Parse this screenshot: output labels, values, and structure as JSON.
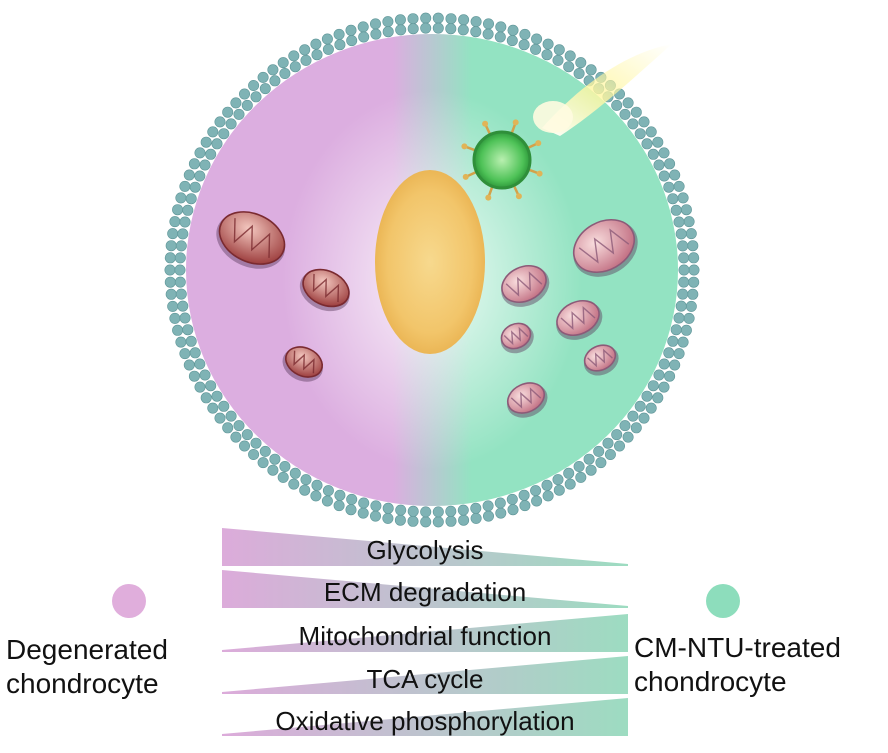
{
  "legend": {
    "left": {
      "label_line1": "Degenerated",
      "label_line2": "chondrocyte",
      "color": "#e0aedc"
    },
    "right": {
      "label_line1": "CM-NTU-treated",
      "label_line2": "chondrocyte",
      "color": "#8dddbc"
    }
  },
  "cell": {
    "left_color": "#dcaee0",
    "right_color": "#93e3c2",
    "membrane_color": "#7fb3b5",
    "nucleus_color": "#f2c56a"
  },
  "pathways": [
    {
      "label": "Glycolysis",
      "higher_in": "Degenerated chondrocyte"
    },
    {
      "label": "ECM degradation",
      "higher_in": "Degenerated chondrocyte"
    },
    {
      "label": "Mitochondrial function",
      "higher_in": "CM-NTU-treated chondrocyte"
    },
    {
      "label": "TCA cycle",
      "higher_in": "CM-NTU-treated chondrocyte"
    },
    {
      "label": "Oxidative phosphorylation",
      "higher_in": "CM-NTU-treated chondrocyte"
    }
  ]
}
